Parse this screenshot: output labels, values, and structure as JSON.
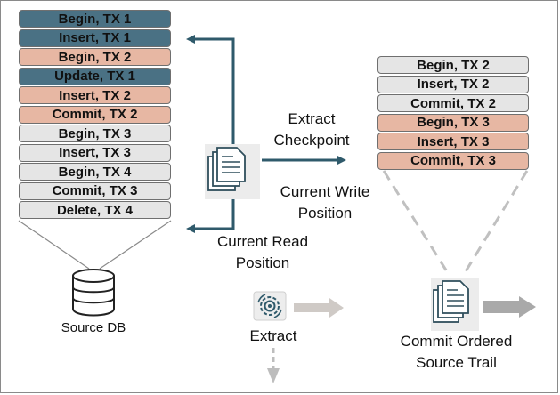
{
  "source_stack": [
    {
      "text": "Begin, TX 1",
      "tone": "blue"
    },
    {
      "text": "Insert, TX 1",
      "tone": "blue"
    },
    {
      "text": "Begin, TX 2",
      "tone": "salmon"
    },
    {
      "text": "Update, TX 1",
      "tone": "blue"
    },
    {
      "text": "Insert, TX 2",
      "tone": "salmon"
    },
    {
      "text": "Commit, TX 2",
      "tone": "salmon"
    },
    {
      "text": "Begin, TX 3",
      "tone": "gray"
    },
    {
      "text": "Insert, TX 3",
      "tone": "gray"
    },
    {
      "text": "Begin, TX 4",
      "tone": "gray"
    },
    {
      "text": "Commit, TX 3",
      "tone": "gray"
    },
    {
      "text": "Delete, TX 4",
      "tone": "gray"
    }
  ],
  "trail_stack": [
    {
      "text": "Begin, TX 2",
      "tone": "gray"
    },
    {
      "text": "Insert, TX 2",
      "tone": "gray"
    },
    {
      "text": "Commit, TX 2",
      "tone": "gray"
    },
    {
      "text": "Begin, TX 3",
      "tone": "salmon"
    },
    {
      "text": "Insert, TX 3",
      "tone": "salmon"
    },
    {
      "text": "Commit, TX 3",
      "tone": "salmon"
    }
  ],
  "labels": {
    "extract_checkpoint": [
      "Extract",
      "Checkpoint"
    ],
    "current_write_position": [
      "Current Write",
      "Position"
    ],
    "current_read_position": [
      "Current Read",
      "Position"
    ],
    "source_db": "Source DB",
    "extract": "Extract",
    "commit_ordered_source_trail": [
      "Commit Ordered",
      "Source Trail"
    ]
  },
  "colors": {
    "blue": "#4a7184",
    "salmon": "#e7b7a3",
    "gray": "#e5e5e5",
    "arrow": "#2f5a6b",
    "faded_arrow": "#c9c4c0",
    "dashed": "#c0c0c0"
  },
  "icons": {
    "checkpoint": "document-stack-icon",
    "trail": "document-stack-icon",
    "db": "database-icon",
    "extract": "gear-process-icon"
  }
}
